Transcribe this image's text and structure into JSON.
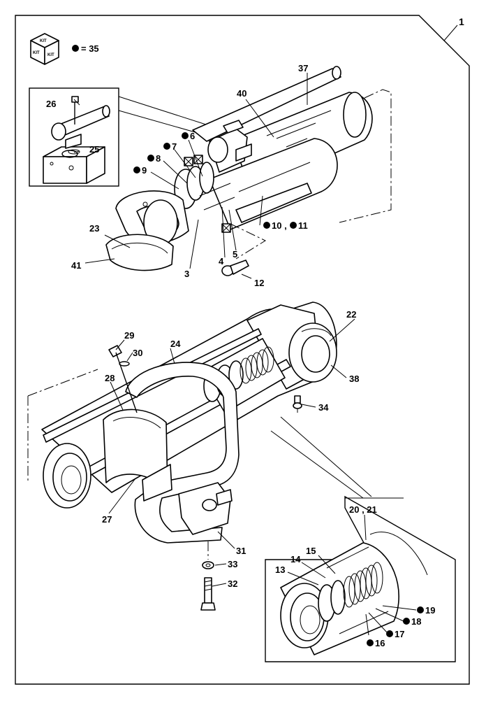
{
  "sheet_number": "1",
  "kit": {
    "icon": "kit-box-icon",
    "face_label": "KIT",
    "legend_text": "= 35"
  },
  "callouts": [
    {
      "id": "37",
      "label": "37",
      "kit": false
    },
    {
      "id": "40",
      "label": "40",
      "kit": false
    },
    {
      "id": "26",
      "label": "26",
      "kit": false
    },
    {
      "id": "25",
      "label": "25",
      "kit": false
    },
    {
      "id": "6",
      "label": "6",
      "kit": true
    },
    {
      "id": "7",
      "label": "7",
      "kit": true
    },
    {
      "id": "8",
      "label": "8",
      "kit": true
    },
    {
      "id": "9",
      "label": "9",
      "kit": true
    },
    {
      "id": "23",
      "label": "23",
      "kit": false
    },
    {
      "id": "41",
      "label": "41",
      "kit": false
    },
    {
      "id": "10_11",
      "label": "10 ,",
      "kit": true
    },
    {
      "id": "11",
      "label": "11",
      "kit": true
    },
    {
      "id": "5",
      "label": "5",
      "kit": false
    },
    {
      "id": "4",
      "label": "4",
      "kit": false
    },
    {
      "id": "3",
      "label": "3",
      "kit": false
    },
    {
      "id": "12",
      "label": "12",
      "kit": false
    },
    {
      "id": "22",
      "label": "22",
      "kit": false
    },
    {
      "id": "29",
      "label": "29",
      "kit": false
    },
    {
      "id": "30",
      "label": "30",
      "kit": false
    },
    {
      "id": "24",
      "label": "24",
      "kit": false
    },
    {
      "id": "28",
      "label": "28",
      "kit": false
    },
    {
      "id": "38",
      "label": "38",
      "kit": false
    },
    {
      "id": "34",
      "label": "34",
      "kit": false
    },
    {
      "id": "27",
      "label": "27",
      "kit": false
    },
    {
      "id": "31",
      "label": "31",
      "kit": false
    },
    {
      "id": "33",
      "label": "33",
      "kit": false
    },
    {
      "id": "32",
      "label": "32",
      "kit": false
    },
    {
      "id": "20_21",
      "label": "20 , 21",
      "kit": false
    },
    {
      "id": "15",
      "label": "15",
      "kit": false
    },
    {
      "id": "14",
      "label": "14",
      "kit": false
    },
    {
      "id": "13",
      "label": "13",
      "kit": false
    },
    {
      "id": "19",
      "label": "19",
      "kit": true
    },
    {
      "id": "18",
      "label": "18",
      "kit": true
    },
    {
      "id": "17",
      "label": "17",
      "kit": true
    },
    {
      "id": "16",
      "label": "16",
      "kit": true
    }
  ]
}
